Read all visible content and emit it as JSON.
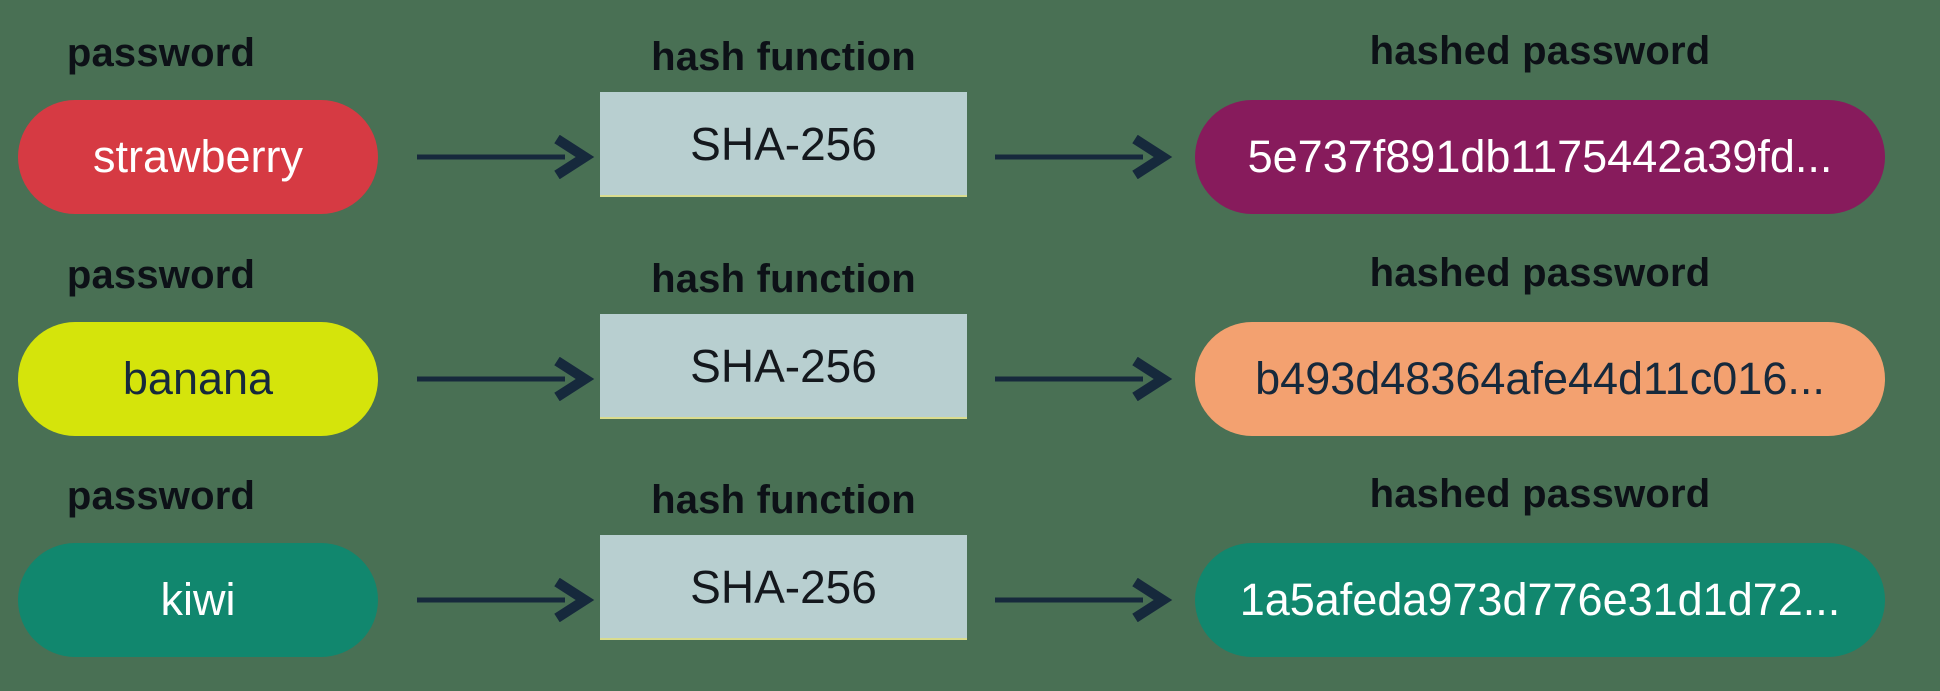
{
  "colors": {
    "background": "#497054",
    "arrow": "#16293c",
    "label_text": "#0d1117",
    "hash_box_fill": "#b8cfd0",
    "hash_box_text": "#14181d"
  },
  "columns": {
    "password_label": "password",
    "hash_function_label": "hash function",
    "hashed_password_label": "hashed password"
  },
  "rows": [
    {
      "password": "strawberry",
      "hash_function": "SHA-256",
      "hashed_password": "5e737f891db1175442a39fd...",
      "password_pill": {
        "fill": "#d63a43",
        "text": "#ffffff"
      },
      "hashed_pill": {
        "fill": "#871b5c",
        "text": "#ffffff"
      }
    },
    {
      "password": "banana",
      "hash_function": "SHA-256",
      "hashed_password": "b493d48364afe44d11c016...",
      "password_pill": {
        "fill": "#d5e40b",
        "text": "#16293c"
      },
      "hashed_pill": {
        "fill": "#f3a170",
        "text": "#16293c"
      }
    },
    {
      "password": "kiwi",
      "hash_function": "SHA-256",
      "hashed_password": "1a5afeda973d776e31d1d72...",
      "password_pill": {
        "fill": "#11876e",
        "text": "#ffffff"
      },
      "hashed_pill": {
        "fill": "#11876e",
        "text": "#ffffff"
      }
    }
  ]
}
